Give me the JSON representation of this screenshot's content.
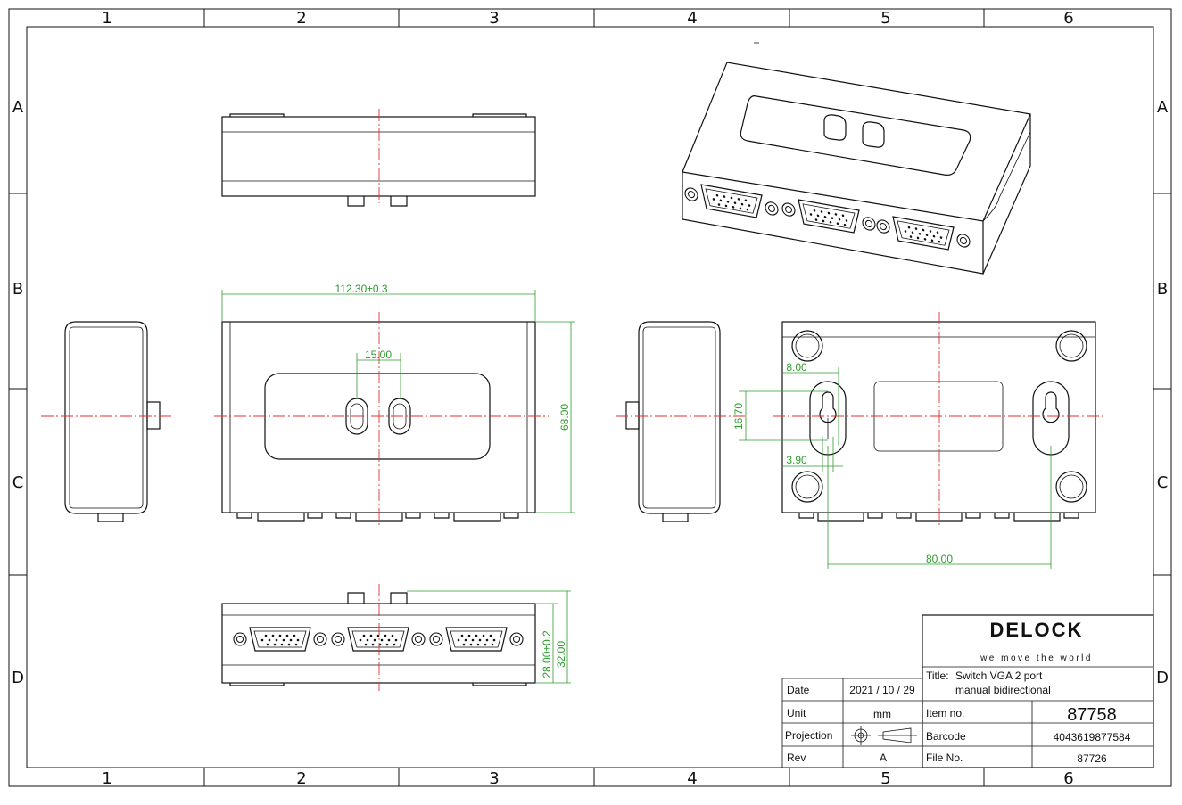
{
  "zones": {
    "columns": [
      "1",
      "2",
      "3",
      "4",
      "5",
      "6"
    ],
    "rows": [
      "A",
      "B",
      "C",
      "D"
    ]
  },
  "dimensions": {
    "width": "112.30±0.3",
    "button_spacing": "15.00",
    "height": "68.00",
    "slot_offset": "8.00",
    "slot_length": "16.70",
    "slot_width": "3.90",
    "slot_spacing": "80.00",
    "body_height": "28.00±0.2",
    "total_height": "32.00"
  },
  "title_block": {
    "brand": "DELOCK",
    "tagline": "we move the world",
    "title_label": "Title:",
    "title_line1": "Switch VGA 2 port",
    "title_line2": "manual bidirectional",
    "date_label": "Date",
    "date_value": "2021 / 10 / 29",
    "unit_label": "Unit",
    "unit_value": "mm",
    "projection_label": "Projection",
    "rev_label": "Rev",
    "rev_value": "A",
    "item_label": "Item no.",
    "item_value": "87758",
    "barcode_label": "Barcode",
    "barcode_value": "4043619877584",
    "file_label": "File No.",
    "file_value": "87726"
  },
  "colors": {
    "line": "#111111",
    "centerline": "#e03030",
    "dimension": "#2e9b2e",
    "brand_red": "#d42a2a"
  }
}
